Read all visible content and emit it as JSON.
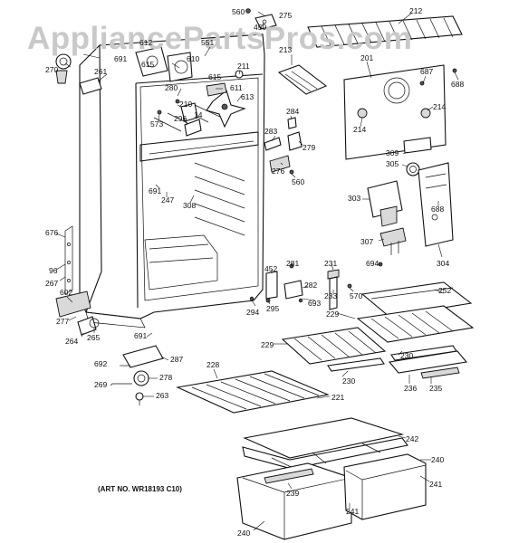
{
  "watermark": "AppliancePartsPros.com",
  "art_number": "(ART NO. WR18193 C10)",
  "part_labels": {
    "p560a": "560",
    "p275": "275",
    "p212": "212",
    "p450": "450",
    "p612": "612",
    "p551": "551",
    "p691a": "691",
    "p615a": "615",
    "p610": "610",
    "p270": "270",
    "p261": "261",
    "p213": "213",
    "p201": "201",
    "p687": "687",
    "p688a": "688",
    "p211": "211",
    "p280": "280",
    "p615b": "615",
    "p611": "611",
    "p613": "613",
    "p210": "210",
    "p14": "14",
    "p573": "573",
    "p296": "296",
    "p284": "284",
    "p214a": "214",
    "p214b": "214",
    "p283": "283",
    "p279": "279",
    "p309": "309",
    "p305": "305",
    "p276": "276",
    "p560b": "560",
    "p691b": "691",
    "p247": "247",
    "p308": "308",
    "p303": "303",
    "p688b": "688",
    "p676": "676",
    "p96": "96",
    "p267": "267",
    "p307": "307",
    "p304": "304",
    "p281": "281",
    "p452": "452",
    "p231": "231",
    "p694": "694",
    "p282": "282",
    "p233": "233",
    "p570": "570",
    "p252": "252",
    "p602": "602",
    "p693": "693",
    "p294": "294",
    "p295": "295",
    "p229a": "229",
    "p277": "277",
    "p264": "264",
    "p265": "265",
    "p691c": "691",
    "p229b": "229",
    "p230a": "230",
    "p287": "287",
    "p692": "692",
    "p228": "228",
    "p278": "278",
    "p230b": "230",
    "p269": "269",
    "p263": "263",
    "p236": "236",
    "p235": "235",
    "p221": "221",
    "p242": "242",
    "p240a": "240",
    "p239": "239",
    "p241a": "241",
    "p241b": "241",
    "p240b": "240"
  }
}
